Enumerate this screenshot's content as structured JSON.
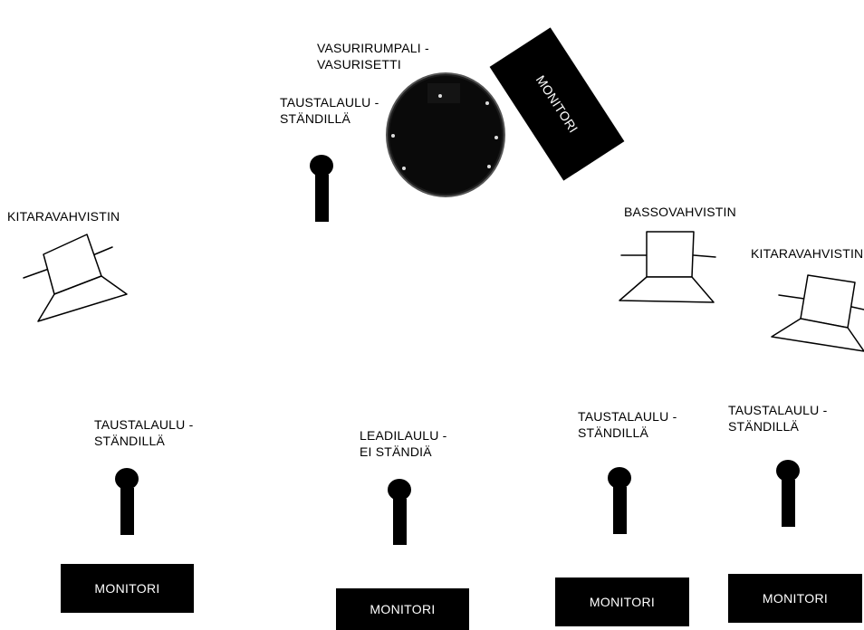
{
  "labels": {
    "drummer_line1": "VASURIRUMPALI -",
    "drummer_line2": "VASURISETTI",
    "backing_top_line1": "TAUSTALAULU -",
    "backing_top_line2": "STÄNDILLÄ",
    "guitar_amp_left": "KITARAVAHVISTIN",
    "bass_amp": "BASSOVAHVISTIN",
    "guitar_amp_right": "KITARAVAHVISTIN",
    "backing_left_line1": "TAUSTALAULU -",
    "backing_left_line2": "STÄNDILLÄ",
    "lead_line1": "LEADILAULU -",
    "lead_line2": "EI STÄNDIÄ",
    "backing_mid_line1": "TAUSTALAULU -",
    "backing_mid_line2": "STÄNDILLÄ",
    "backing_right_line1": "TAUSTALAULU -",
    "backing_right_line2": "STÄNDILLÄ"
  },
  "monitors": {
    "drum_monitor": "MONITORI",
    "left": "MONITORI",
    "center": "MONITORI",
    "mid_right": "MONITORI",
    "right": "MONITORI"
  },
  "colors": {
    "background": "#ffffff",
    "foreground": "#000000",
    "monitor_text": "#ffffff"
  }
}
